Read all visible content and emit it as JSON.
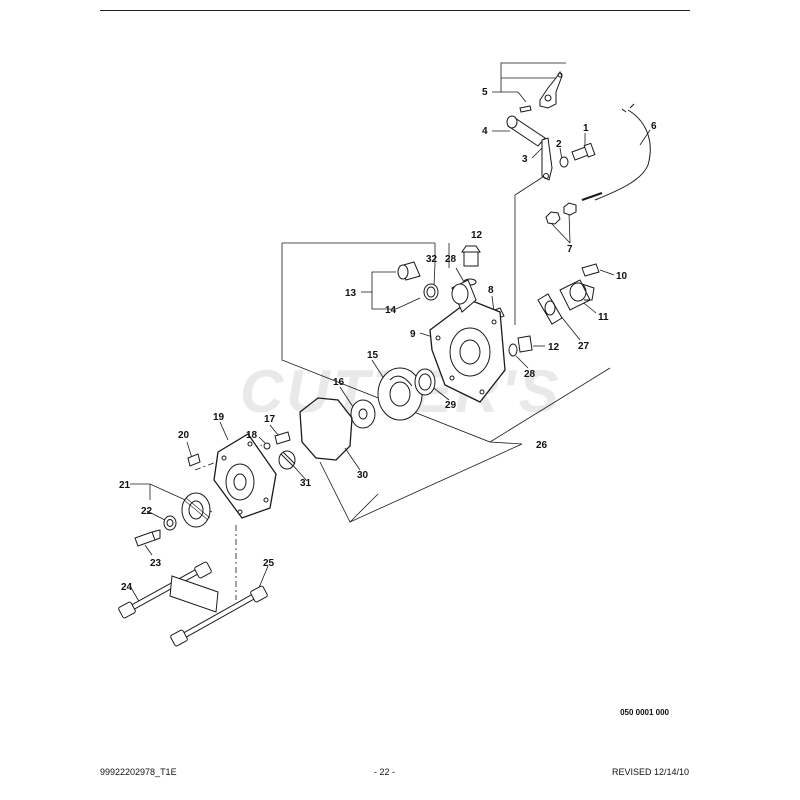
{
  "page": {
    "watermark": "CUTTER'S",
    "figure_code": "050 0001 000",
    "footer": {
      "doc_id": "99922202978_T1E",
      "page_number": "- 22 -",
      "revision": "REVISED 12/14/10"
    }
  },
  "callouts": [
    {
      "id": "1",
      "text": "1"
    },
    {
      "id": "2",
      "text": "2"
    },
    {
      "id": "3",
      "text": "3"
    },
    {
      "id": "4",
      "text": "4"
    },
    {
      "id": "5",
      "text": "5"
    },
    {
      "id": "6",
      "text": "6"
    },
    {
      "id": "7",
      "text": "7"
    },
    {
      "id": "8",
      "text": "8"
    },
    {
      "id": "9",
      "text": "9"
    },
    {
      "id": "10",
      "text": "10"
    },
    {
      "id": "11",
      "text": "11"
    },
    {
      "id": "12a",
      "text": "12"
    },
    {
      "id": "12b",
      "text": "12"
    },
    {
      "id": "13",
      "text": "13"
    },
    {
      "id": "14",
      "text": "14"
    },
    {
      "id": "15",
      "text": "15"
    },
    {
      "id": "16",
      "text": "16"
    },
    {
      "id": "17",
      "text": "17"
    },
    {
      "id": "18",
      "text": "18"
    },
    {
      "id": "19",
      "text": "19"
    },
    {
      "id": "20",
      "text": "20"
    },
    {
      "id": "21",
      "text": "21"
    },
    {
      "id": "22",
      "text": "22"
    },
    {
      "id": "23",
      "text": "23"
    },
    {
      "id": "24",
      "text": "24"
    },
    {
      "id": "25",
      "text": "25"
    },
    {
      "id": "26",
      "text": "26"
    },
    {
      "id": "27",
      "text": "27"
    },
    {
      "id": "28a",
      "text": "28"
    },
    {
      "id": "28b",
      "text": "28"
    },
    {
      "id": "29",
      "text": "29"
    },
    {
      "id": "30",
      "text": "30"
    },
    {
      "id": "31",
      "text": "31"
    },
    {
      "id": "32",
      "text": "32"
    }
  ]
}
